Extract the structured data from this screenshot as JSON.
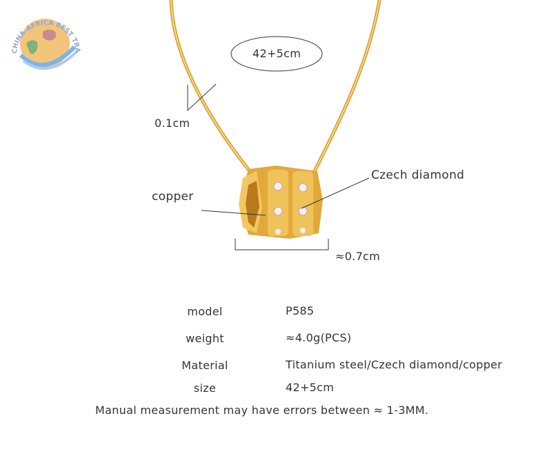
{
  "logo": {
    "text": "CHINA-AFRICA BEST TRADING PLATFORM"
  },
  "annotations": {
    "length": "42+5cm",
    "chain_thickness": "0.1cm",
    "stone": "Czech diamond",
    "body": "copper",
    "pendant_width": "≈0.7cm"
  },
  "specs": [
    {
      "label": "model",
      "value": "P585"
    },
    {
      "label": "weight",
      "value": "≈4.0g(PCS)"
    },
    {
      "label": "Material",
      "value": "Titanium steel/Czech diamond/copper"
    },
    {
      "label": "size",
      "value": "42+5cm"
    }
  ],
  "note": "Manual measurement may have errors between ≈ 1-3MM.",
  "colors": {
    "gold": "#e2a93a",
    "gold_light": "#f7d37a",
    "line": "#333333"
  }
}
